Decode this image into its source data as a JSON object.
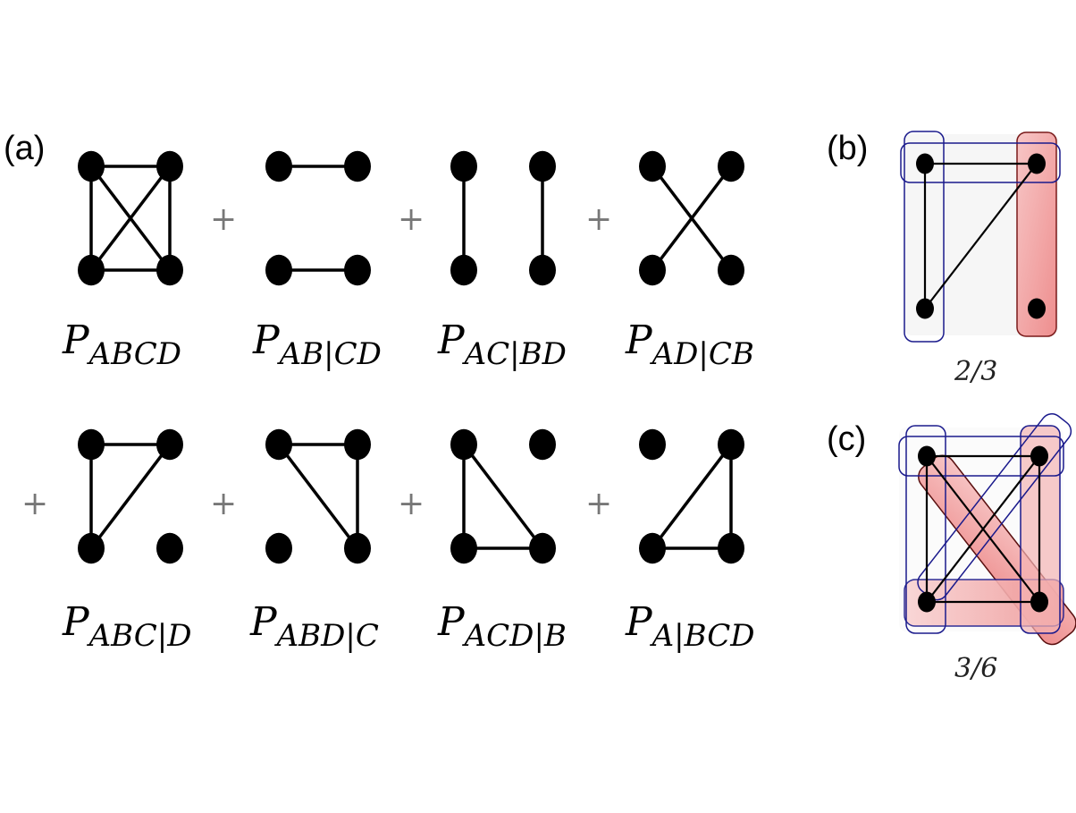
{
  "panels": {
    "a": "(a)",
    "b": "(b)",
    "c": "(c)"
  },
  "plus_sign": "+",
  "graphs": [
    {
      "label_main": "P",
      "label_sub": "ABCD",
      "edges": [
        [
          "A",
          "B"
        ],
        [
          "C",
          "D"
        ],
        [
          "A",
          "C"
        ],
        [
          "B",
          "D"
        ],
        [
          "A",
          "D"
        ],
        [
          "B",
          "C"
        ]
      ]
    },
    {
      "label_main": "P",
      "label_sub": "AB|CD",
      "edges": [
        [
          "A",
          "B"
        ],
        [
          "C",
          "D"
        ]
      ]
    },
    {
      "label_main": "P",
      "label_sub": "AC|BD",
      "edges": [
        [
          "A",
          "C"
        ],
        [
          "B",
          "D"
        ]
      ]
    },
    {
      "label_main": "P",
      "label_sub": "AD|CB",
      "edges": [
        [
          "A",
          "D"
        ],
        [
          "B",
          "C"
        ]
      ]
    },
    {
      "label_main": "P",
      "label_sub": "ABC|D",
      "edges": [
        [
          "A",
          "B"
        ],
        [
          "A",
          "C"
        ],
        [
          "B",
          "C"
        ]
      ]
    },
    {
      "label_main": "P",
      "label_sub": "ABD|C",
      "edges": [
        [
          "A",
          "B"
        ],
        [
          "A",
          "D"
        ],
        [
          "B",
          "D"
        ]
      ]
    },
    {
      "label_main": "P",
      "label_sub": "ACD|B",
      "edges": [
        [
          "A",
          "C"
        ],
        [
          "A",
          "D"
        ],
        [
          "C",
          "D"
        ]
      ]
    },
    {
      "label_main": "P",
      "label_sub": "A|BCD",
      "edges": [
        [
          "B",
          "C"
        ],
        [
          "B",
          "D"
        ],
        [
          "C",
          "D"
        ]
      ]
    }
  ],
  "panel_b": {
    "fraction": "2/3",
    "edges": [
      [
        "A",
        "B"
      ],
      [
        "A",
        "C"
      ],
      [
        "B",
        "C"
      ]
    ],
    "highlight_color": "#f0a0a0",
    "outline_color": "#1a1a8c"
  },
  "panel_c": {
    "fraction": "3/6",
    "edges": [
      [
        "A",
        "B"
      ],
      [
        "C",
        "D"
      ],
      [
        "A",
        "C"
      ],
      [
        "B",
        "D"
      ],
      [
        "A",
        "D"
      ],
      [
        "B",
        "C"
      ]
    ],
    "highlight_color": "#f0a0a0",
    "outline_color": "#1a1a8c"
  }
}
